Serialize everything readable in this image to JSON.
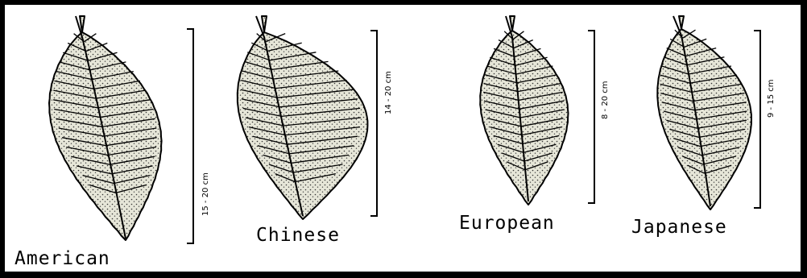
{
  "leaves": [
    {
      "id": "american",
      "name": "American",
      "size": "15 - 20 cm"
    },
    {
      "id": "chinese",
      "name": "Chinese",
      "size": "14 - 20 cm"
    },
    {
      "id": "european",
      "name": "European",
      "size": "8 - 20 cm"
    },
    {
      "id": "japanese",
      "name": "Japanese",
      "size": "9 - 15 cm"
    }
  ],
  "colors": {
    "frame": "#000000",
    "background": "#ffffff",
    "leaf_fill": "#d9d9c8",
    "outline": "#000000"
  }
}
